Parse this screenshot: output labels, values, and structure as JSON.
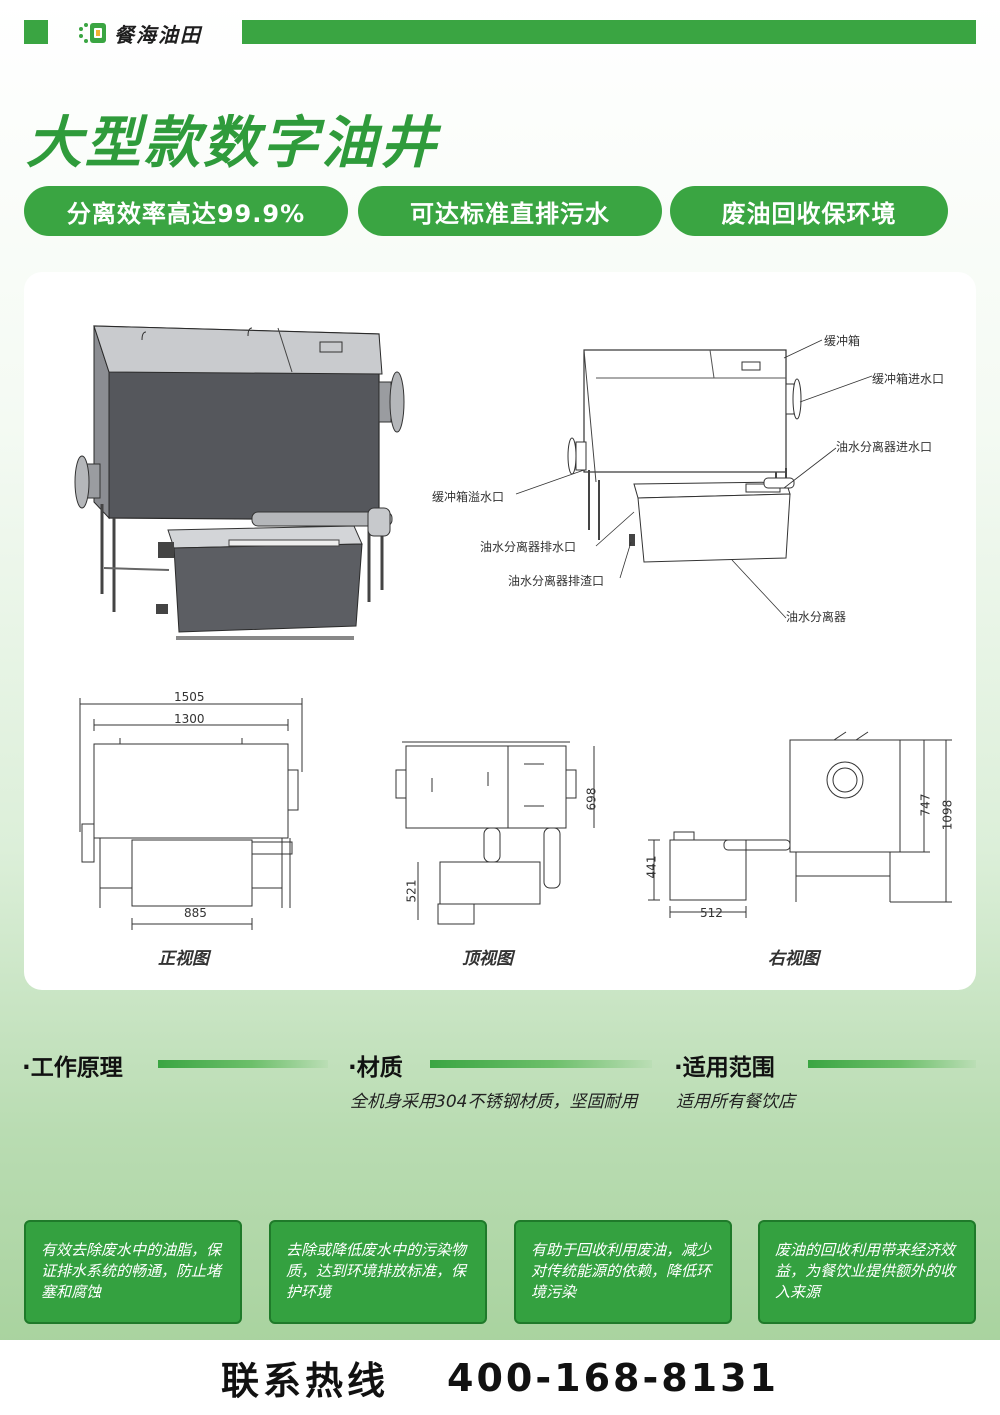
{
  "brand": {
    "name": "餐海油田"
  },
  "title": "大型款数字油井",
  "pills": [
    "分离效率高达99.9%",
    "可达标准直排污水",
    "废油回收保环境"
  ],
  "diagram": {
    "callouts": [
      "缓冲箱",
      "缓冲箱进水口",
      "油水分离器进水口",
      "缓冲箱溢水口",
      "油水分离器排水口",
      "油水分离器排渣口",
      "油水分离器"
    ],
    "front": {
      "label": "正视图",
      "dims": [
        "1505",
        "1300",
        "885"
      ]
    },
    "top": {
      "label": "顶视图",
      "dims": [
        "698",
        "521"
      ]
    },
    "right": {
      "label": "右视图",
      "dims": [
        "747",
        "1098",
        "441",
        "512"
      ]
    }
  },
  "sections": [
    {
      "title": "·工作原理",
      "text": ""
    },
    {
      "title": "·材质",
      "text": "全机身采用304不锈钢材质，坚固耐用"
    },
    {
      "title": "·适用范围",
      "text": "适用所有餐饮店"
    }
  ],
  "boxes": [
    "有效去除废水中的油脂，保证排水系统的畅通，防止堵塞和腐蚀",
    "去除或降低废水中的污染物质，达到环境排放标准，保护环境",
    "有助于回收利用废油，减少对传统能源的依赖，降低环境污染",
    "废油的回收利用带来经济效益，为餐饮业提供额外的收入来源"
  ],
  "hotline": {
    "label": "联系热线",
    "number": "400-168-8131"
  },
  "colors": {
    "accent": "#3aa542",
    "title": "#2f9b3b",
    "box_border": "#1f7a2a"
  }
}
